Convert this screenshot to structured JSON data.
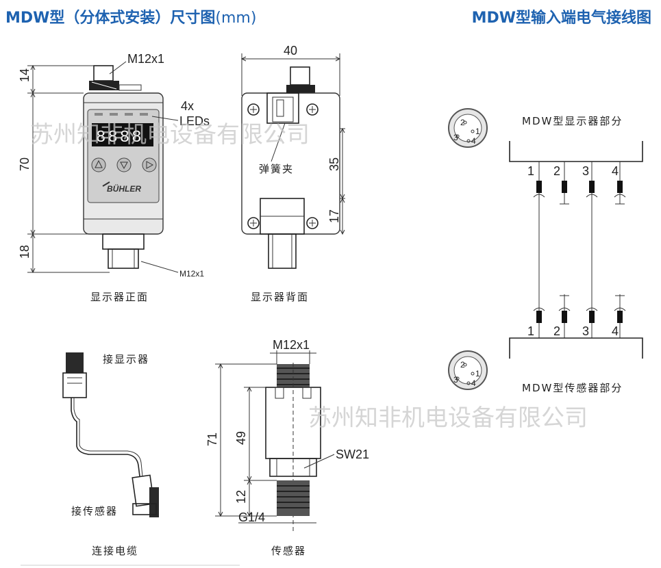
{
  "header": {
    "left_title": "MDW型（分体式安装）尺寸图",
    "left_unit": "(mm)",
    "right_title": "MDW型输入端电气接线图"
  },
  "watermark": "苏州知非机电设备有限公司",
  "front_view": {
    "caption": "显示器正面",
    "connector_top": "M12x1",
    "connector_bottom": "M12x1",
    "leds": "4x LEDs",
    "leds_line1": "4x",
    "leds_line2": "LEDs",
    "dim_top": "14",
    "dim_mid": "70",
    "dim_bottom": "18",
    "display": "8888",
    "brand": "BÜHLER"
  },
  "back_view": {
    "caption": "显示器背面",
    "dim_width": "40",
    "dim_35": "35",
    "dim_17": "17",
    "clip_label": "弹簧夹"
  },
  "cable_view": {
    "caption": "连接电缆",
    "to_display": "接显示器",
    "to_sensor": "接传感器"
  },
  "sensor_view": {
    "caption": "传感器",
    "thread_top": "M12x1",
    "thread_bottom": "G1/4",
    "wrench": "SW21",
    "dim_71": "71",
    "dim_49": "49",
    "dim_12": "12"
  },
  "wiring": {
    "top_label": "MDW型显示器部分",
    "bottom_label": "MDW型传感器部分",
    "pins": [
      "1",
      "2",
      "3",
      "4"
    ],
    "connector_pins": [
      "2",
      "1",
      "3",
      "4"
    ]
  }
}
